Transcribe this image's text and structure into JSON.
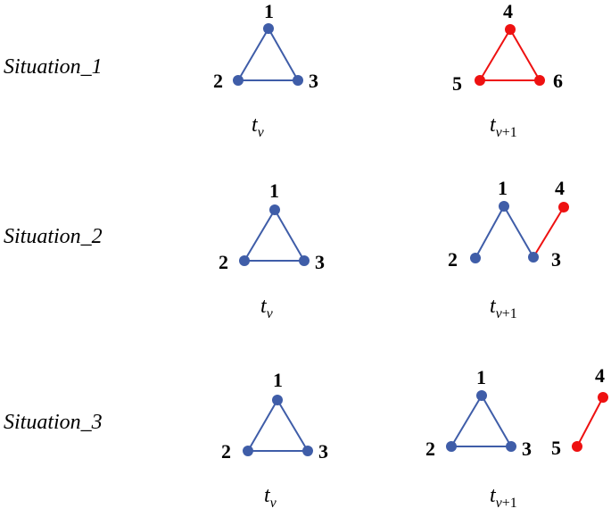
{
  "colors": {
    "blue": "#3f5da8",
    "red": "#ee1111"
  },
  "rows": [
    {
      "label": "Situation_1",
      "before": {
        "time": {
          "main": "t",
          "sub": "v"
        },
        "nodes": [
          "1",
          "2",
          "3"
        ]
      },
      "after": {
        "time": {
          "main": "t",
          "sub": "v",
          "sub_rest": "+1"
        },
        "nodes": [
          "4",
          "5",
          "6"
        ]
      }
    },
    {
      "label": "Situation_2",
      "before": {
        "time": {
          "main": "t",
          "sub": "v"
        },
        "nodes": [
          "1",
          "2",
          "3"
        ]
      },
      "after": {
        "time": {
          "main": "t",
          "sub": "v",
          "sub_rest": "+1"
        },
        "nodes": [
          "1",
          "2",
          "3",
          "4"
        ]
      }
    },
    {
      "label": "Situation_3",
      "before": {
        "time": {
          "main": "t",
          "sub": "v"
        },
        "nodes": [
          "1",
          "2",
          "3"
        ]
      },
      "after": {
        "time": {
          "main": "t",
          "sub": "v",
          "sub_rest": "+1"
        },
        "nodes": [
          "1",
          "2",
          "3",
          "4",
          "5"
        ]
      }
    }
  ]
}
